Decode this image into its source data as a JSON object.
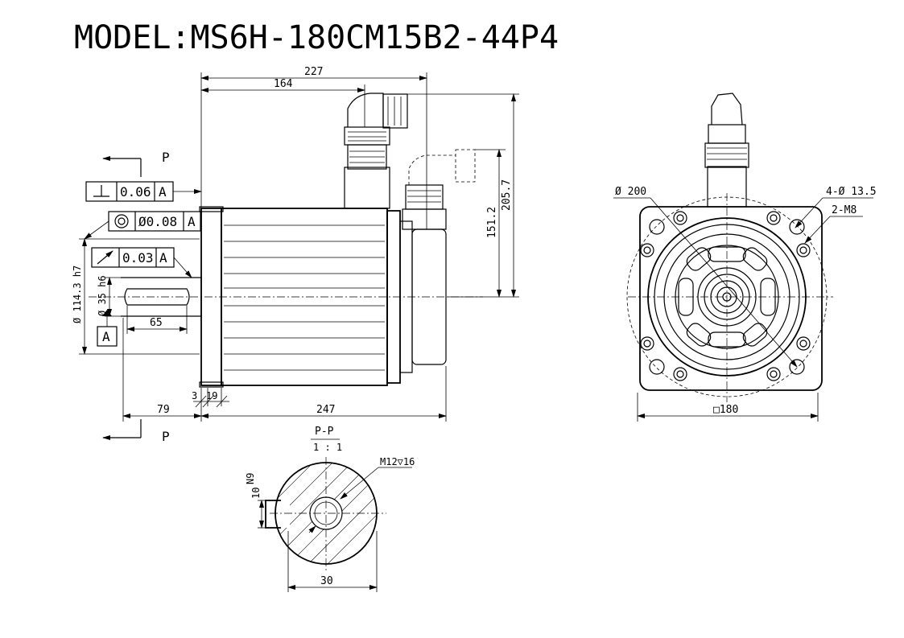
{
  "title": "MODEL:MS6H-180CM15B2-44P4",
  "side_view": {
    "dims": {
      "d227": "227",
      "d164": "164",
      "d205_7": "205.7",
      "d151_2": "151.2",
      "d65": "65",
      "d79": "79",
      "d3": "3",
      "d19": "19",
      "d247": "247",
      "dia114": "Ø 114.3 h7",
      "dia35": "Ø 35 h6"
    },
    "section_marker": "P",
    "datum": "A",
    "tolerances": [
      {
        "symbol": "⊥",
        "value": "0.06",
        "datum": "A"
      },
      {
        "symbol": "◎",
        "value": "Ø0.08",
        "datum": "A"
      },
      {
        "symbol": "↗",
        "value": "0.03",
        "datum": "A"
      }
    ]
  },
  "front_view": {
    "dims": {
      "dia200": "Ø 200",
      "holes": "4-Ø 13.5",
      "threads": "2-M8",
      "square": "□180"
    }
  },
  "section_view": {
    "label": "P-P",
    "scale": "1 : 1",
    "dims": {
      "n9": "N9",
      "d10": "10",
      "thread": "M12▽16",
      "d30": "30"
    }
  }
}
